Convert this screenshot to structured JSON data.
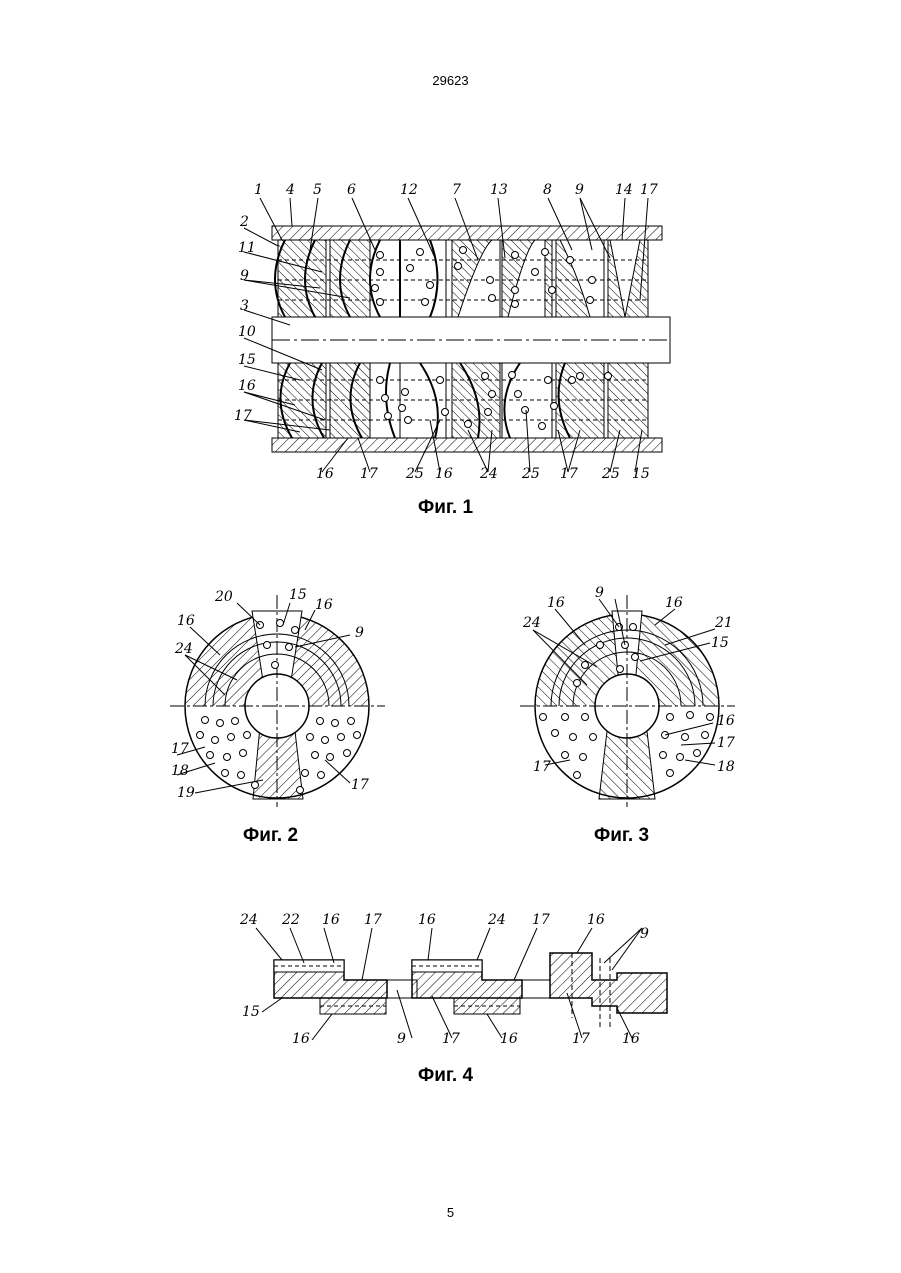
{
  "header": {
    "doc_number": "29623"
  },
  "footer": {
    "page_number": "5"
  },
  "figures": [
    {
      "caption": "Фиг. 1",
      "labels_top": [
        "1",
        "4",
        "5",
        "6",
        "12",
        "7",
        "13",
        "8",
        "9",
        "14",
        "17"
      ],
      "labels_left": [
        "2",
        "11",
        "9",
        "3",
        "10",
        "15",
        "16",
        "17"
      ],
      "labels_bottom": [
        "16",
        "17",
        "25",
        "16",
        "24",
        "25",
        "17",
        "25",
        "15"
      ]
    },
    {
      "caption": "Фиг. 2",
      "labels": [
        "20",
        "15",
        "16",
        "16",
        "9",
        "24",
        "17",
        "18",
        "19",
        "17"
      ]
    },
    {
      "caption": "Фиг. 3",
      "labels": [
        "9",
        "16",
        "16",
        "24",
        "21",
        "15",
        "16",
        "17",
        "17",
        "18"
      ]
    },
    {
      "caption": "Фиг. 4",
      "labels_top": [
        "24",
        "22",
        "16",
        "17",
        "16",
        "24",
        "17",
        "16",
        "9"
      ],
      "labels_bottom": [
        "15",
        "16",
        "9",
        "17",
        "16",
        "17",
        "16"
      ]
    }
  ]
}
